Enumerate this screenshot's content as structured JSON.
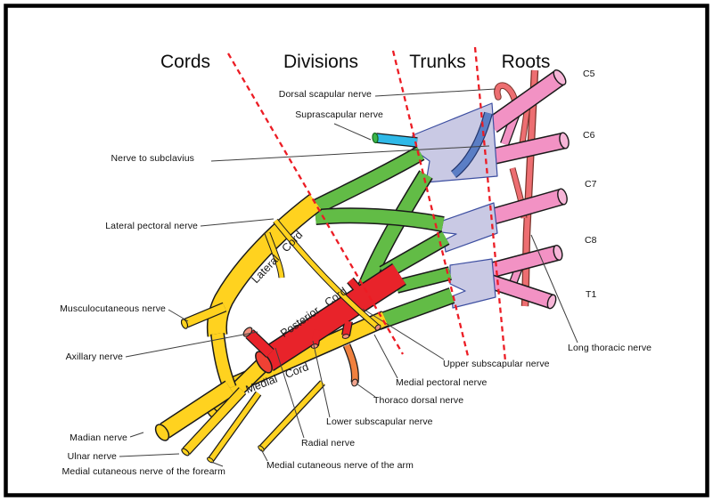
{
  "figure": {
    "subject": "Brachial plexus schematic diagram"
  },
  "sections": [
    {
      "label": "Cords"
    },
    {
      "label": "Divisions"
    },
    {
      "label": "Trunks"
    },
    {
      "label": "Roots"
    }
  ],
  "cords": {
    "lateral": "Lateral Cord",
    "posterior": "Posterior Cord",
    "medial": "Medial Cord"
  },
  "roots": [
    {
      "label": "C5"
    },
    {
      "label": "C6"
    },
    {
      "label": "C7"
    },
    {
      "label": "C8"
    },
    {
      "label": "T1"
    }
  ],
  "labels": {
    "dorsal_scapular": "Dorsal scapular nerve",
    "suprascapular": "Suprascapular nerve",
    "nerve_to_subclavius": "Nerve to subclavius",
    "lateral_pectoral": "Lateral pectoral nerve",
    "musculocutaneous": "Musculocutaneous nerve",
    "axillary": "Axillary nerve",
    "madian": "Madian nerve",
    "ulnar": "Ulnar nerve",
    "medial_cutaneous_forearm": "Medial cutaneous nerve of the forearm",
    "medial_cutaneous_arm": "Medial cutaneous nerve of the arm",
    "radial": "Radial nerve",
    "lower_subscapular": "Lower subscapular nerve",
    "thoraco_dorsal": "Thoraco dorsal nerve",
    "medial_pectoral": "Medial pectoral nerve",
    "upper_subscapular": "Upper subscapular nerve",
    "long_thoracic": "Long thoracic nerve"
  },
  "colors": {
    "cords_yellow": "#FFD21F",
    "posterior_cord_red": "#E8232A",
    "divisions_green": "#62BC46",
    "roots_pink": "#F292C4",
    "roots_cap_pink": "#F7B6D8",
    "trunks_lavender": "#C9C9E4",
    "trunks_outline_navy": "#3D4FA1",
    "long_thoracic_salmon": "#ED6E71",
    "suprascapular_cyan": "#2FB9E8",
    "subclavius_blue": "#5B7EC5",
    "thoraco_dorsal_orange": "#F0813F",
    "divider_dash_red": "#EC1C24",
    "outline_black": "#1a1a1a"
  }
}
